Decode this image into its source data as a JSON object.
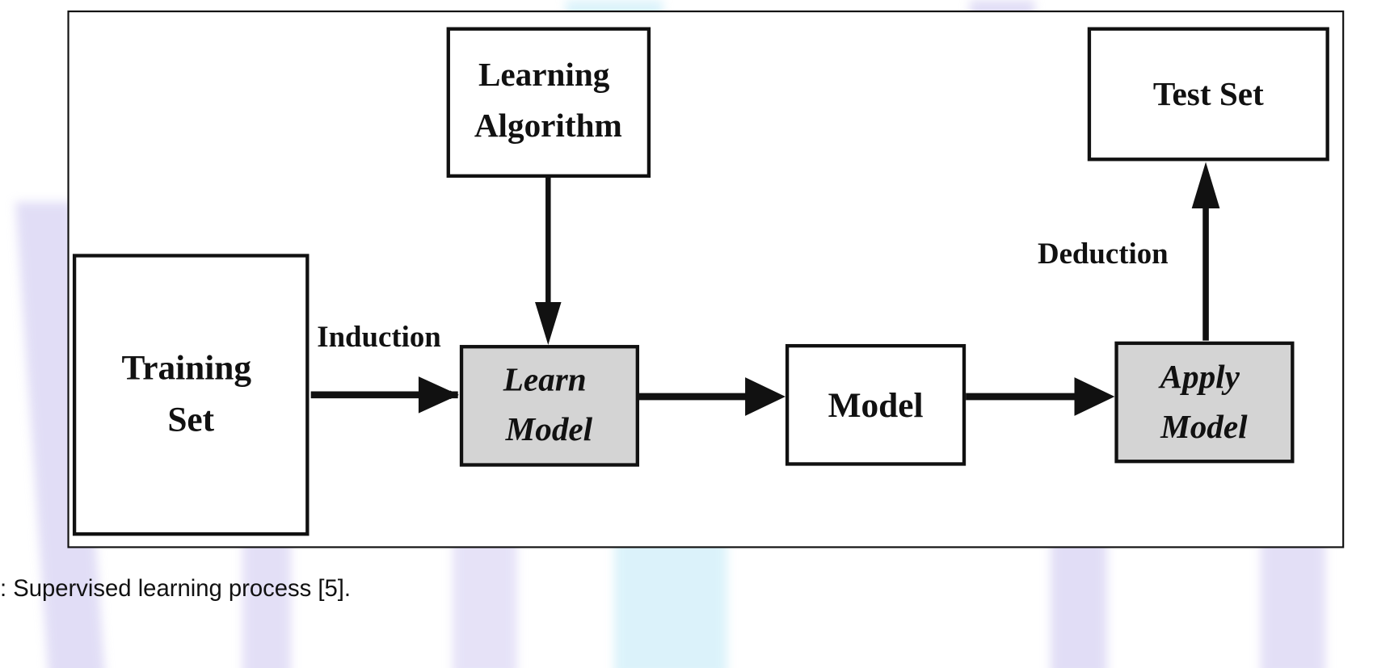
{
  "diagram": {
    "nodes": {
      "training_set": [
        "Training",
        "Set"
      ],
      "learning_algorithm": [
        "Learning",
        "Algorithm"
      ],
      "learn_model": [
        "Learn",
        "Model"
      ],
      "model": "Model",
      "apply_model": [
        "Apply",
        "Model"
      ],
      "test_set": "Test Set"
    },
    "edge_labels": {
      "induction": "Induction",
      "deduction": "Deduction"
    },
    "colors": {
      "shaded_box": "#d4d4d4",
      "line": "#111111"
    }
  },
  "caption": ": Supervised learning process [5]."
}
